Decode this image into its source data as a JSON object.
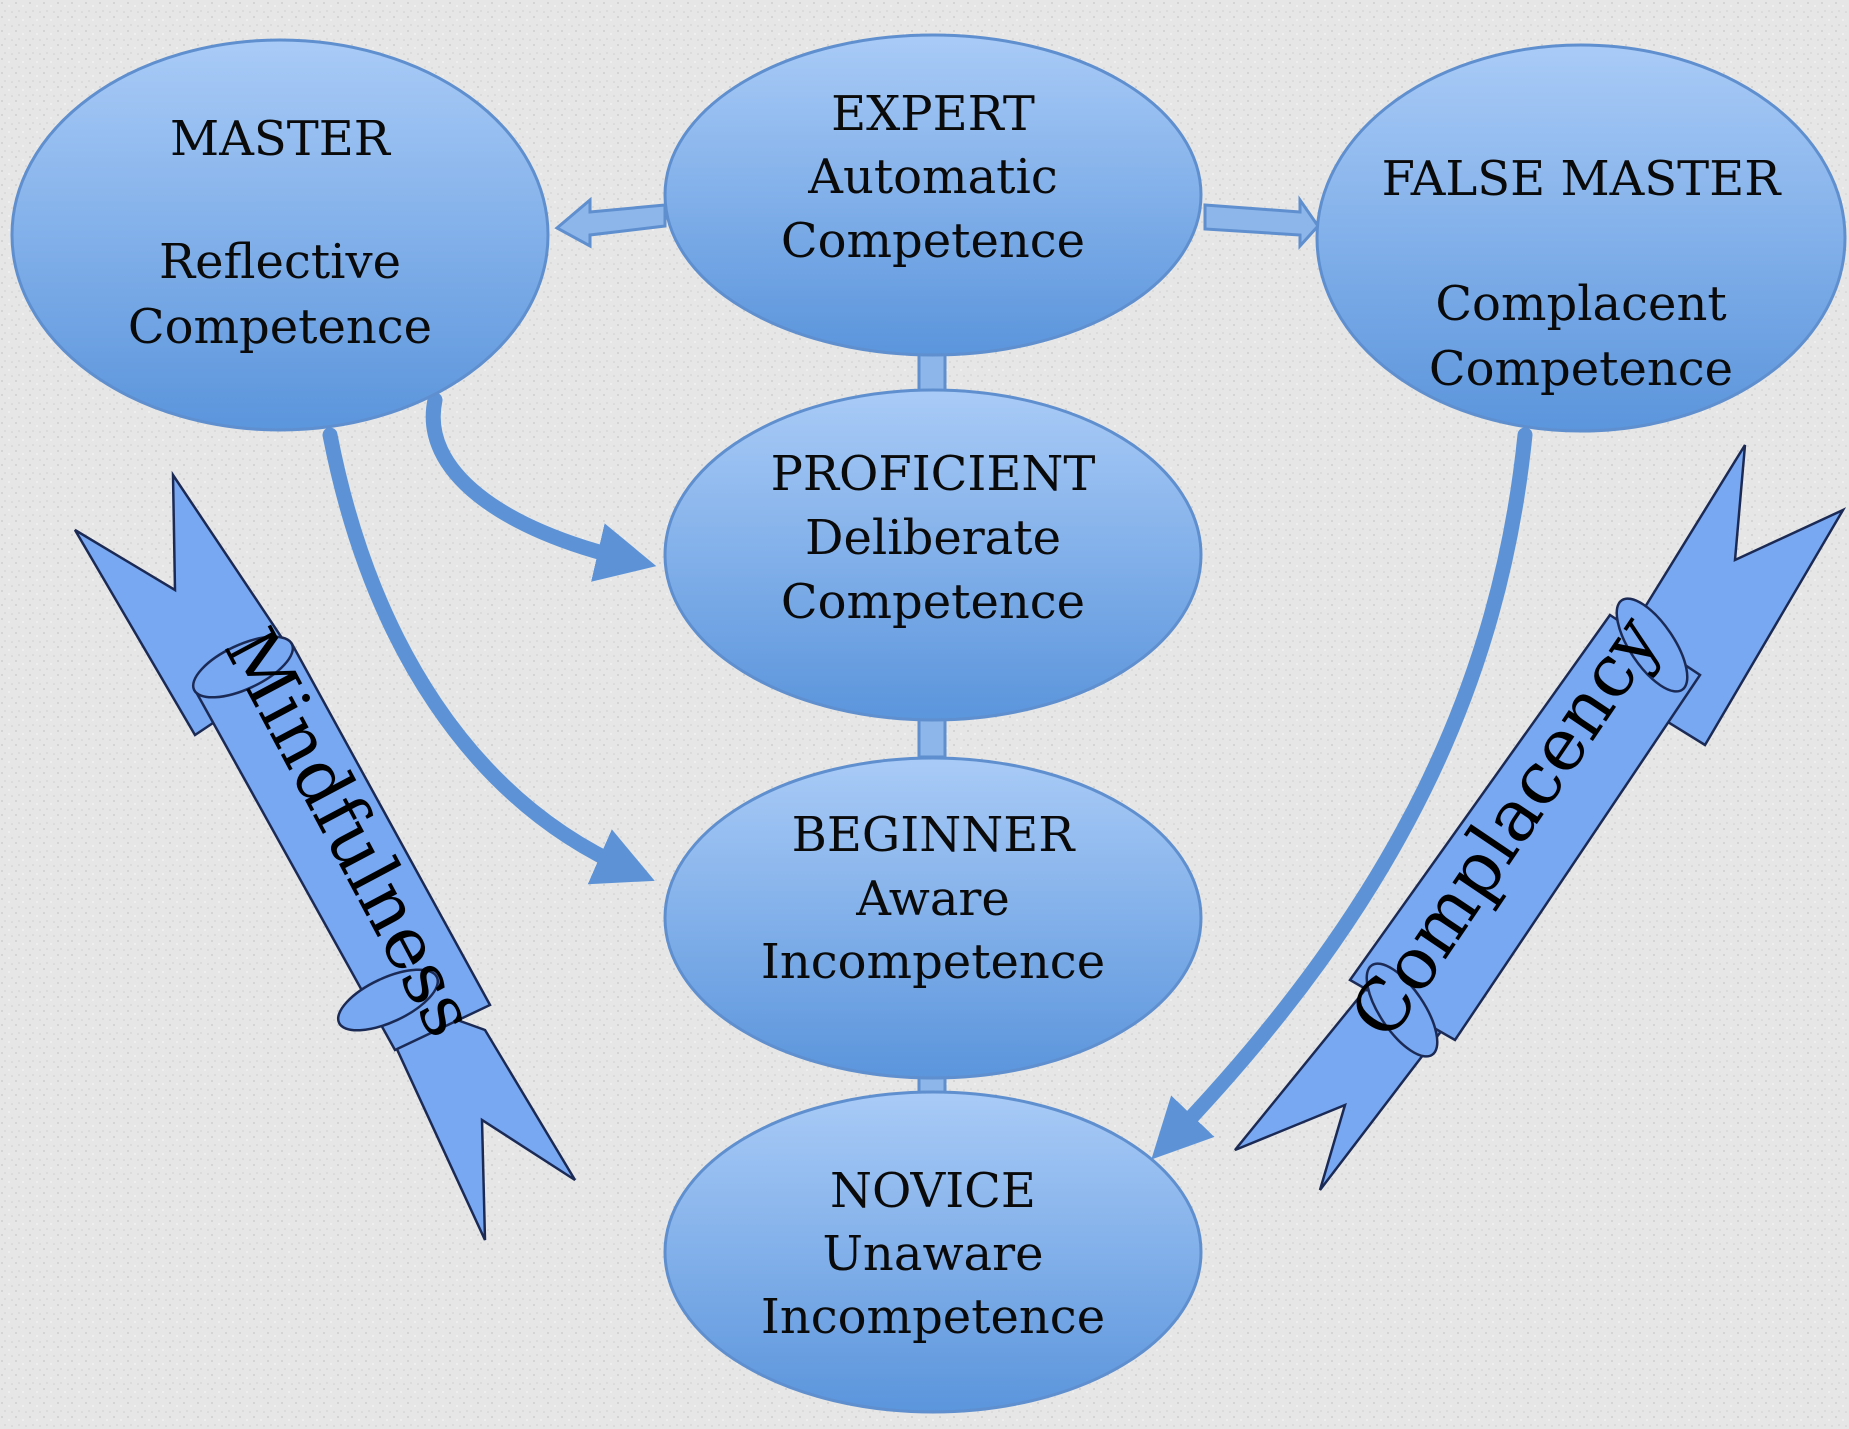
{
  "nodes": {
    "master": {
      "title": "MASTER",
      "line1": "Reflective",
      "line2": "Competence"
    },
    "expert": {
      "title": "EXPERT",
      "line1": "Automatic",
      "line2": "Competence"
    },
    "false_master": {
      "title": "FALSE MASTER",
      "line1": "Complacent",
      "line2": "Competence"
    },
    "proficient": {
      "title": "PROFICIENT",
      "line1": "Deliberate",
      "line2": "Competence"
    },
    "beginner": {
      "title": "BEGINNER",
      "line1": "Aware",
      "line2": "Incompetence"
    },
    "novice": {
      "title": "NOVICE",
      "line1": "Unaware",
      "line2": "Incompetence"
    }
  },
  "ribbons": {
    "left": "Mindfulness",
    "right": "Complacency"
  },
  "colors": {
    "background": "#e9e9e9",
    "node_top": "#a9cbf7",
    "node_bottom": "#5b95dc",
    "node_stroke": "#5f8fce",
    "arrow": "#5d93d6",
    "ribbon_fill": "#78a8f2",
    "ribbon_stroke": "#1b2a55"
  }
}
